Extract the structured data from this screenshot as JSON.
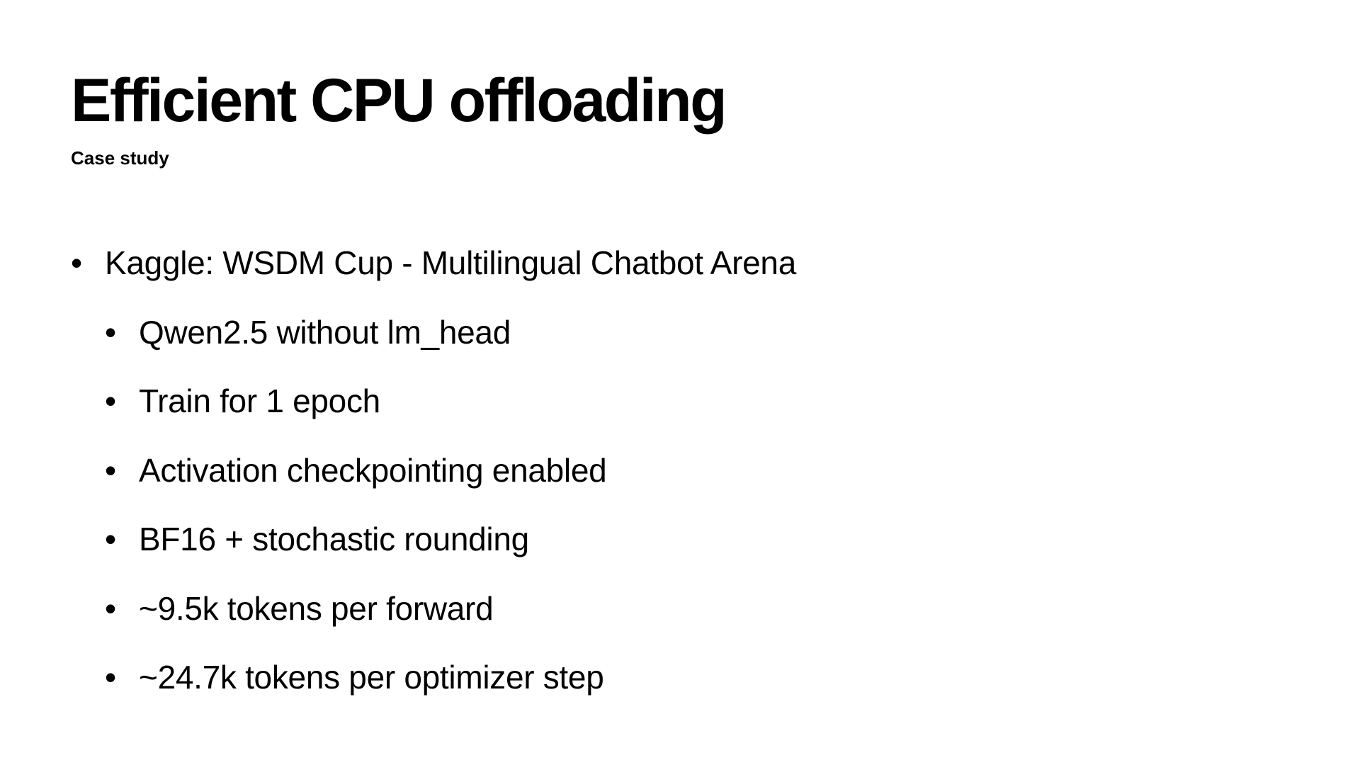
{
  "slide": {
    "title": "Efficient CPU offloading",
    "subtitle": "Case study",
    "bullet_glyph": "•",
    "bullets": [
      {
        "text": "Kaggle: WSDM Cup - Multilingual Chatbot Arena",
        "level": 1
      },
      {
        "text": "Qwen2.5 without lm_head",
        "level": 2
      },
      {
        "text": "Train for 1 epoch",
        "level": 2
      },
      {
        "text": "Activation checkpointing enabled",
        "level": 2
      },
      {
        "text": "BF16 + stochastic rounding",
        "level": 2
      },
      {
        "text": "~9.5k tokens per forward",
        "level": 2
      },
      {
        "text": "~24.7k tokens per optimizer step",
        "level": 2
      }
    ],
    "colors": {
      "background": "#ffffff",
      "text": "#000000"
    }
  }
}
